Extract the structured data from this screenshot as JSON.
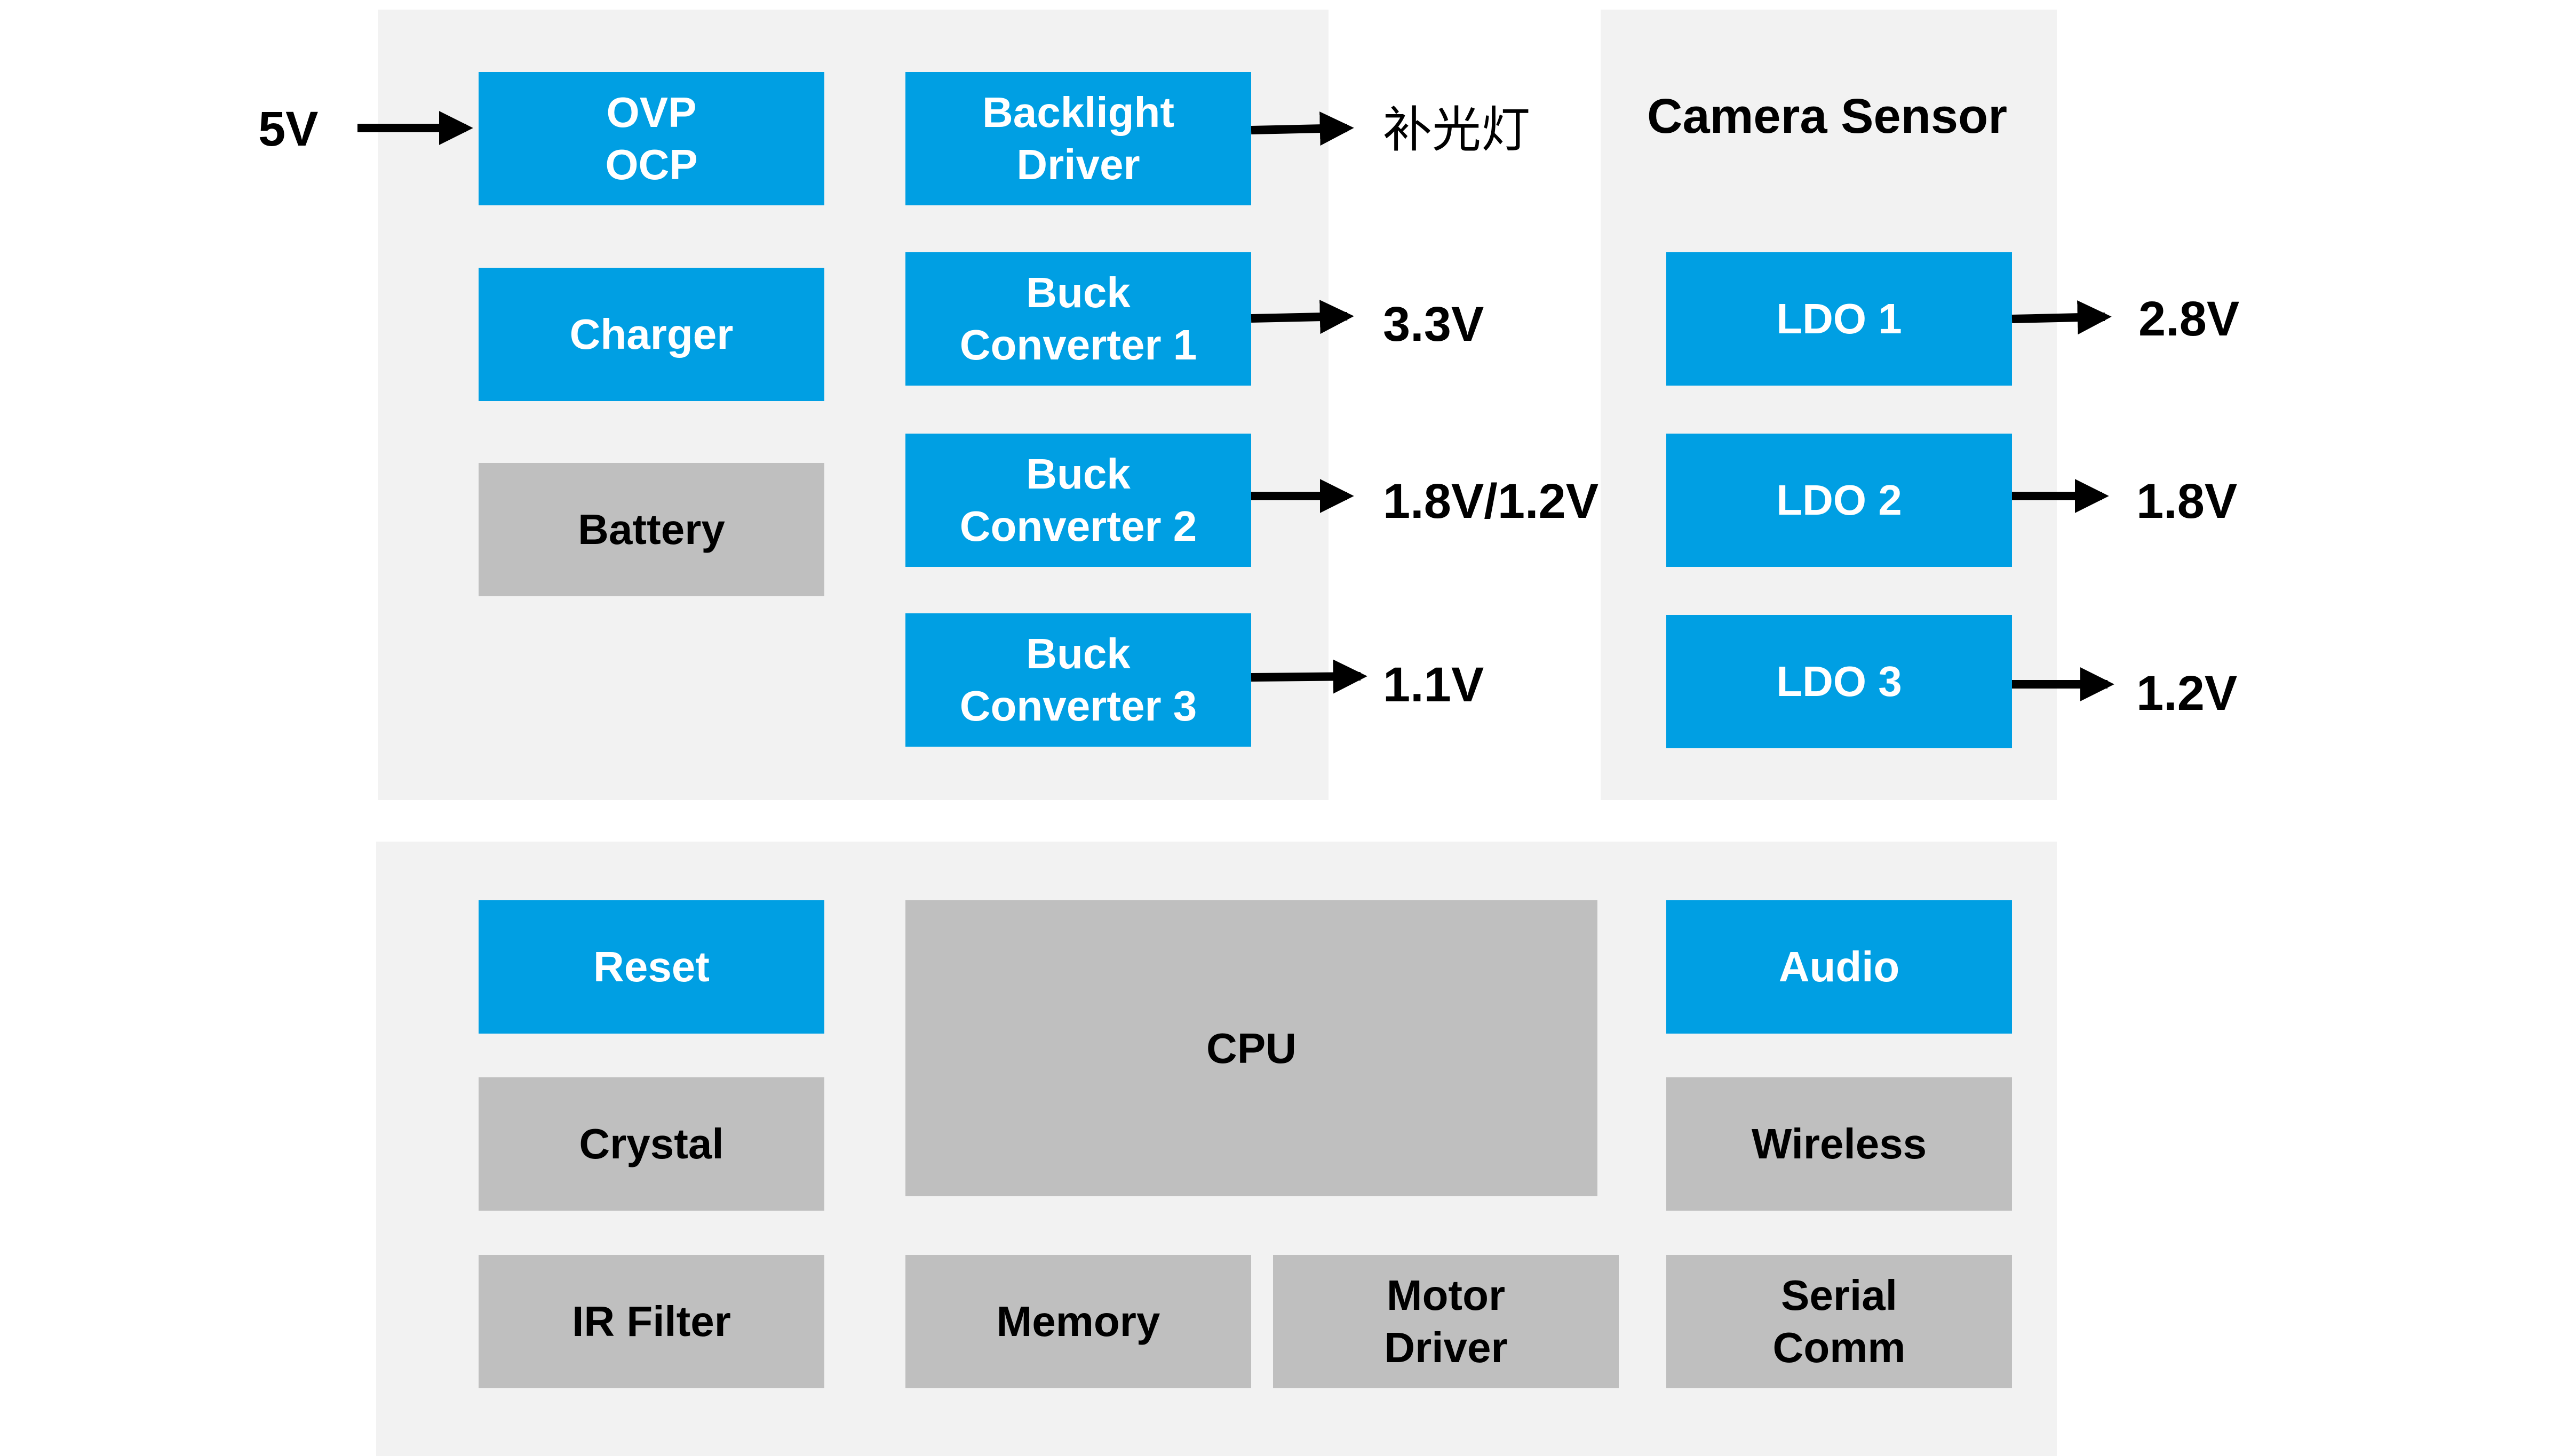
{
  "power_panel": {
    "input_label": "5V",
    "blocks": {
      "ovp_ocp": "OVP\nOCP",
      "charger": "Charger",
      "battery": "Battery",
      "backlight_driver": "Backlight\nDriver",
      "buck1": "Buck\nConverter 1",
      "buck2": "Buck\nConverter 2",
      "buck3": "Buck\nConverter 3"
    },
    "outputs": {
      "backlight": "补光灯",
      "buck1": "3.3V",
      "buck2": "1.8V/1.2V",
      "buck3": "1.1V"
    }
  },
  "camera_panel": {
    "title": "Camera Sensor",
    "blocks": {
      "ldo1": "LDO 1",
      "ldo2": "LDO 2",
      "ldo3": "LDO 3"
    },
    "outputs": {
      "ldo1": "2.8V",
      "ldo2": "1.8V",
      "ldo3": "1.2V"
    }
  },
  "system_panel": {
    "blocks": {
      "reset": "Reset",
      "crystal": "Crystal",
      "ir_filter": "IR Filter",
      "cpu": "CPU",
      "memory": "Memory",
      "motor_driver": "Motor\nDriver",
      "audio": "Audio",
      "wireless": "Wireless",
      "serial_comm": "Serial\nComm"
    }
  },
  "colors": {
    "panel": "#f2f2f2",
    "blue_block": "#009fe3",
    "gray_block": "#bfbfbf",
    "arrow": "#000000"
  }
}
